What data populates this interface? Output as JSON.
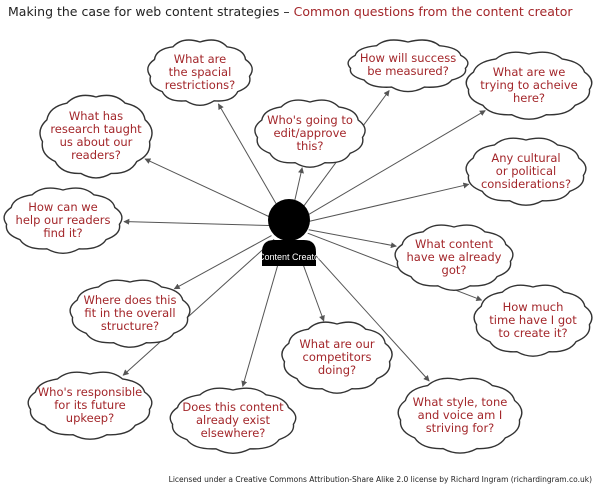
{
  "title": {
    "main": "Making the case for web content strategies",
    "separator": " – ",
    "subtitle": "Common questions from the content creator"
  },
  "center": {
    "label": "Content Creator"
  },
  "questions": [
    "What are\nthe spacial\nrestrictions?",
    "How will success\nbe measured?",
    "What are we\ntrying to acheive\nhere?",
    "What has\nresearch taught\nus about our\nreaders?",
    "Who's going to\nedit/approve\nthis?",
    "Any cultural\nor political\nconsiderations?",
    "How can we\nhelp our readers\nfind it?",
    "What content\nhave we already\ngot?",
    "Where does this\nfit in the overall\nstructure?",
    "How much\ntime have I got\nto create it?",
    "What are our\ncompetitors\ndoing?",
    "Who's responsible\nfor its future\nupkeep?",
    "Does this content\nalready exist\nelsewhere?",
    "What style, tone\nand voice am I\nstriving for?"
  ],
  "license": "Licensed under a Creative Commons Attribution-Share Alike 2.0 license by Richard Ingram (richardingram.co.uk)",
  "colors": {
    "question_text": "#a3262a",
    "title_text": "#222222",
    "figure": "#000000",
    "arrow": "#555555"
  }
}
